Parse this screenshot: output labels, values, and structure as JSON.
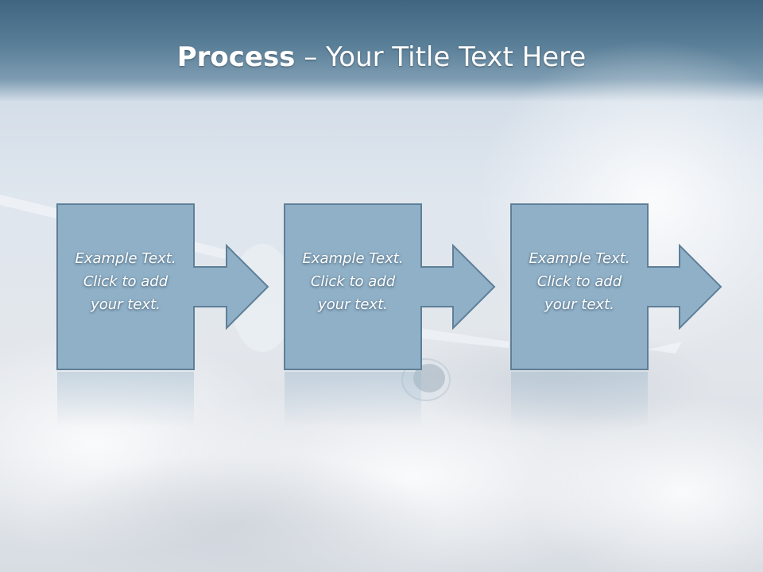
{
  "slide": {
    "title_bold": "Process",
    "title_rest": " – Your Title Text Here"
  },
  "steps": [
    {
      "line1": "Example Text.",
      "line2": "Click  to add",
      "line3": "your text."
    },
    {
      "line1": "Example Text.",
      "line2": "Click  to add",
      "line3": "your text."
    },
    {
      "line1": "Example Text.",
      "line2": "Click  to add",
      "line3": "your text."
    }
  ],
  "colors": {
    "box_fill": "#8fb0c7",
    "box_stroke": "#5f7f98",
    "header_dark": "#3f6580"
  }
}
